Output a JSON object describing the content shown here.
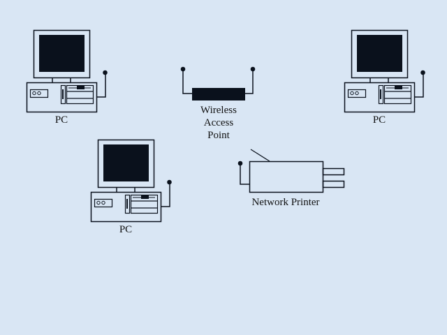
{
  "diagram": {
    "colors": {
      "background": "#d9e6f4",
      "stroke": "#0a111c",
      "fill_dark": "#0a111c"
    },
    "nodes": [
      {
        "id": "pc1",
        "type": "pc",
        "label": "PC",
        "icon": "desktop-computer-icon"
      },
      {
        "id": "pc2",
        "type": "pc",
        "label": "PC",
        "icon": "desktop-computer-icon"
      },
      {
        "id": "pc3",
        "type": "pc",
        "label": "PC",
        "icon": "desktop-computer-icon"
      },
      {
        "id": "ap",
        "type": "wireless-access-point",
        "label_lines": [
          "Wireless",
          "Access",
          "Point"
        ],
        "icon": "wireless-access-point-icon"
      },
      {
        "id": "printer",
        "type": "network-printer",
        "label": "Network Printer",
        "icon": "printer-icon"
      }
    ]
  }
}
